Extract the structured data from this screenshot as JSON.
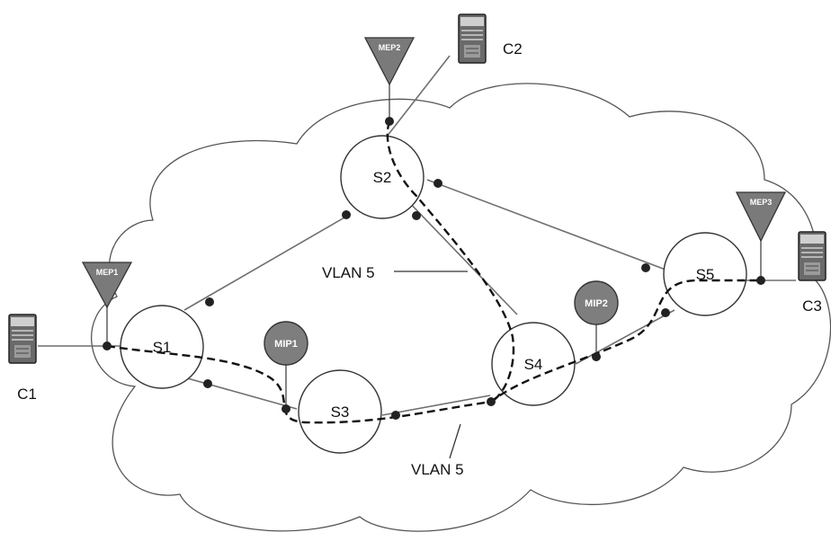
{
  "switches": [
    {
      "id": "S1",
      "label": "S1"
    },
    {
      "id": "S2",
      "label": "S2"
    },
    {
      "id": "S3",
      "label": "S3"
    },
    {
      "id": "S4",
      "label": "S4"
    },
    {
      "id": "S5",
      "label": "S5"
    }
  ],
  "customers": [
    {
      "id": "C1",
      "label": "C1"
    },
    {
      "id": "C2",
      "label": "C2"
    },
    {
      "id": "C3",
      "label": "C3"
    }
  ],
  "meps": [
    {
      "id": "MEP1",
      "label": "MEP1"
    },
    {
      "id": "MEP2",
      "label": "MEP2"
    },
    {
      "id": "MEP3",
      "label": "MEP3"
    }
  ],
  "mips": [
    {
      "id": "MIP1",
      "label": "MIP1"
    },
    {
      "id": "MIP2",
      "label": "MIP2"
    }
  ],
  "vlan_labels": [
    {
      "id": "upper",
      "text": "VLAN 5"
    },
    {
      "id": "lower",
      "text": "VLAN 5"
    }
  ],
  "links": [
    [
      "S1",
      "S2"
    ],
    [
      "S1",
      "S3"
    ],
    [
      "S2",
      "S4"
    ],
    [
      "S2",
      "S5"
    ],
    [
      "S3",
      "S4"
    ],
    [
      "S4",
      "S5"
    ],
    [
      "C1",
      "S1"
    ],
    [
      "C2",
      "S2"
    ],
    [
      "C3",
      "S5"
    ]
  ],
  "colors": {
    "mep_fill": "#7a7a7a",
    "mip_fill": "#7e7e7e",
    "line": "#6f6f6f",
    "dot": "#222222",
    "cloud_stroke": "#555555",
    "server_body": "#6a6a6a"
  }
}
